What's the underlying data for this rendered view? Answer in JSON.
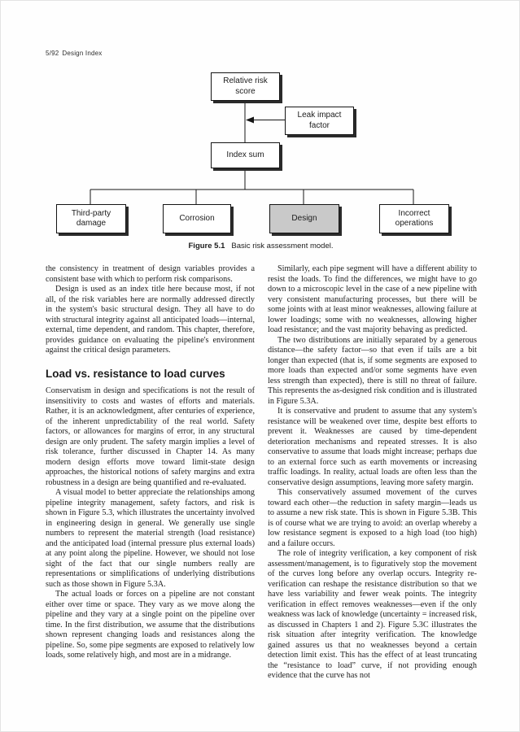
{
  "header": {
    "page_number": "5/92",
    "chapter": "Design Index"
  },
  "diagram": {
    "nodes": {
      "relative_risk_score": "Relative risk\nscore",
      "leak_impact_factor": "Leak impact\nfactor",
      "index_sum": "Index sum",
      "third_party_damage": "Third-party\ndamage",
      "corrosion": "Corrosion",
      "design": "Design",
      "incorrect_operations": "Incorrect\noperations"
    },
    "caption": {
      "label": "Figure 5.1",
      "text": "Basic risk assessment model."
    }
  },
  "columns": {
    "left": {
      "paragraphs": [
        "the consistency in treatment of design variables provides a consistent base with which to perform risk comparisons.",
        "Design is used as an index title here because most, if not all, of the risk variables here are normally addressed directly in the system's basic structural design. They all have to do with structural integrity against all anticipated loads—internal, external, time dependent, and random. This chapter, therefore, provides guidance on evaluating the pipeline's environment against the critical design parameters."
      ],
      "heading": "Load vs. resistance to load curves",
      "paragraphs_after_heading": [
        "Conservatism in design and specifications is not the result of insensitivity to costs and wastes of efforts and materials. Rather, it is an acknowledgment, after centuries of experience, of the inherent unpredictability of the real world. Safety factors, or allowances for margins of error, in any structural design are only prudent. The safety margin implies a level of risk tolerance, further discussed in Chapter 14. As many modern design efforts move toward limit-state design approaches, the historical notions of safety margins and extra robustness in a design are being quantified and re-evaluated.",
        "A visual model to better appreciate the relationships among pipeline integrity management, safety factors, and risk is shown in Figure 5.3, which illustrates the uncertainty involved in engineering design in general. We generally use single numbers to represent the material strength (load resistance) and the anticipated load (internal pressure plus external loads) at any point along the pipeline. However, we should not lose sight of the fact that our single numbers really are representations or simplifications of underlying distributions such as those shown in Figure 5.3A.",
        "The actual loads or forces on a pipeline are not constant either over time or space. They vary as we move along the pipeline and they vary at a single point on the pipeline over time. In the first distribution, we assume that the distributions shown represent changing loads and resistances along the pipeline. So, some pipe segments are exposed to relatively low loads, some relatively high, and most are in a midrange."
      ]
    },
    "right": {
      "paragraphs": [
        "Similarly, each pipe segment will have a different ability to resist the loads. To find the differences, we might have to go down to a microscopic level in the case of a new pipeline with very consistent manufacturing processes, but there will be some joints with at least minor weaknesses, allowing failure at lower loadings; some with no weaknesses, allowing higher load resistance; and the vast majority behaving as predicted.",
        "The two distributions are initially separated by a generous distance—the safety factor—so that even if tails are a bit longer than expected (that is, if some segments are exposed to more loads than expected and/or some segments have even less strength than expected), there is still no threat of failure. This represents the as-designed risk condition and is illustrated in Figure 5.3A.",
        "It is conservative and prudent to assume that any system's resistance will be weakened over time, despite best efforts to prevent it. Weaknesses are caused by time-dependent deterioration mechanisms and repeated stresses. It is also conservative to assume that loads might increase; perhaps due to an external force such as earth movements or increasing traffic loadings. In reality, actual loads are often less than the conservative design assumptions, leaving more safety margin.",
        "This conservatively assumed movement of the curves toward each other—the reduction in safety margin—leads us to assume a new risk state. This is shown in Figure 5.3B. This is of course what we are trying to avoid: an overlap whereby a low resistance segment is exposed to a high load (too high) and a failure occurs.",
        "The role of integrity verification, a key component of risk assessment/management, is to figuratively stop the movement of the curves long before any overlap occurs. Integrity re-verification can reshape the resistance distribution so that we have less variability and fewer weak points. The integrity verification in effect removes weaknesses—even if the only weakness was lack of knowledge (uncertainty = increased risk, as discussed in Chapters 1 and 2). Figure 5.3C illustrates the risk situation after integrity verification. The knowledge gained assures us that no weaknesses beyond a certain detection limit exist. This has the effect of at least truncating the “resistance to load” curve, if not providing enough evidence that the curve has not"
      ]
    }
  }
}
